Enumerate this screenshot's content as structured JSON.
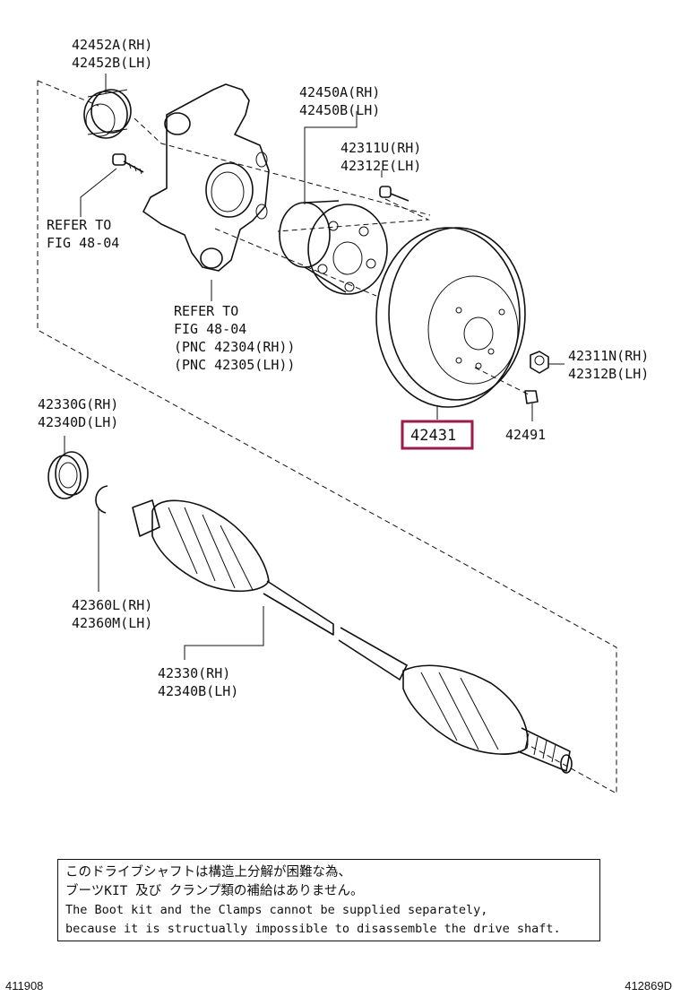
{
  "labels": {
    "p42452": [
      "42452A(RH)",
      "42452B(LH)"
    ],
    "p42450": [
      "42450A(RH)",
      "42450B(LH)"
    ],
    "p42311u": [
      "42311U(RH)",
      "42312E(LH)"
    ],
    "refer1": [
      "REFER TO",
      "FIG 48-04"
    ],
    "refer2": [
      "REFER TO",
      "FIG 48-04",
      "(PNC 42304(RH))",
      "(PNC 42305(LH))"
    ],
    "p42311n": [
      "42311N(RH)",
      "42312B(LH)"
    ],
    "p42431": "42431",
    "p42491": "42491",
    "p42330g": [
      "42330G(RH)",
      "42340D(LH)"
    ],
    "p42360": [
      "42360L(RH)",
      "42360M(LH)"
    ],
    "p42330": [
      "42330(RH)",
      "42340B(LH)"
    ]
  },
  "highlight_color": "#9b1b4b",
  "note": {
    "lines": [
      "このドライブシャフトは構造上分解が困難な為、",
      "ブーツKIT 及び クランプ類の補給はありません。",
      "The Boot kit and the Clamps cannot be supplied separately,",
      "because it is structually impossible to disassemble the drive shaft."
    ]
  },
  "footer": {
    "left_code": "411908",
    "right_code": "412869D"
  }
}
